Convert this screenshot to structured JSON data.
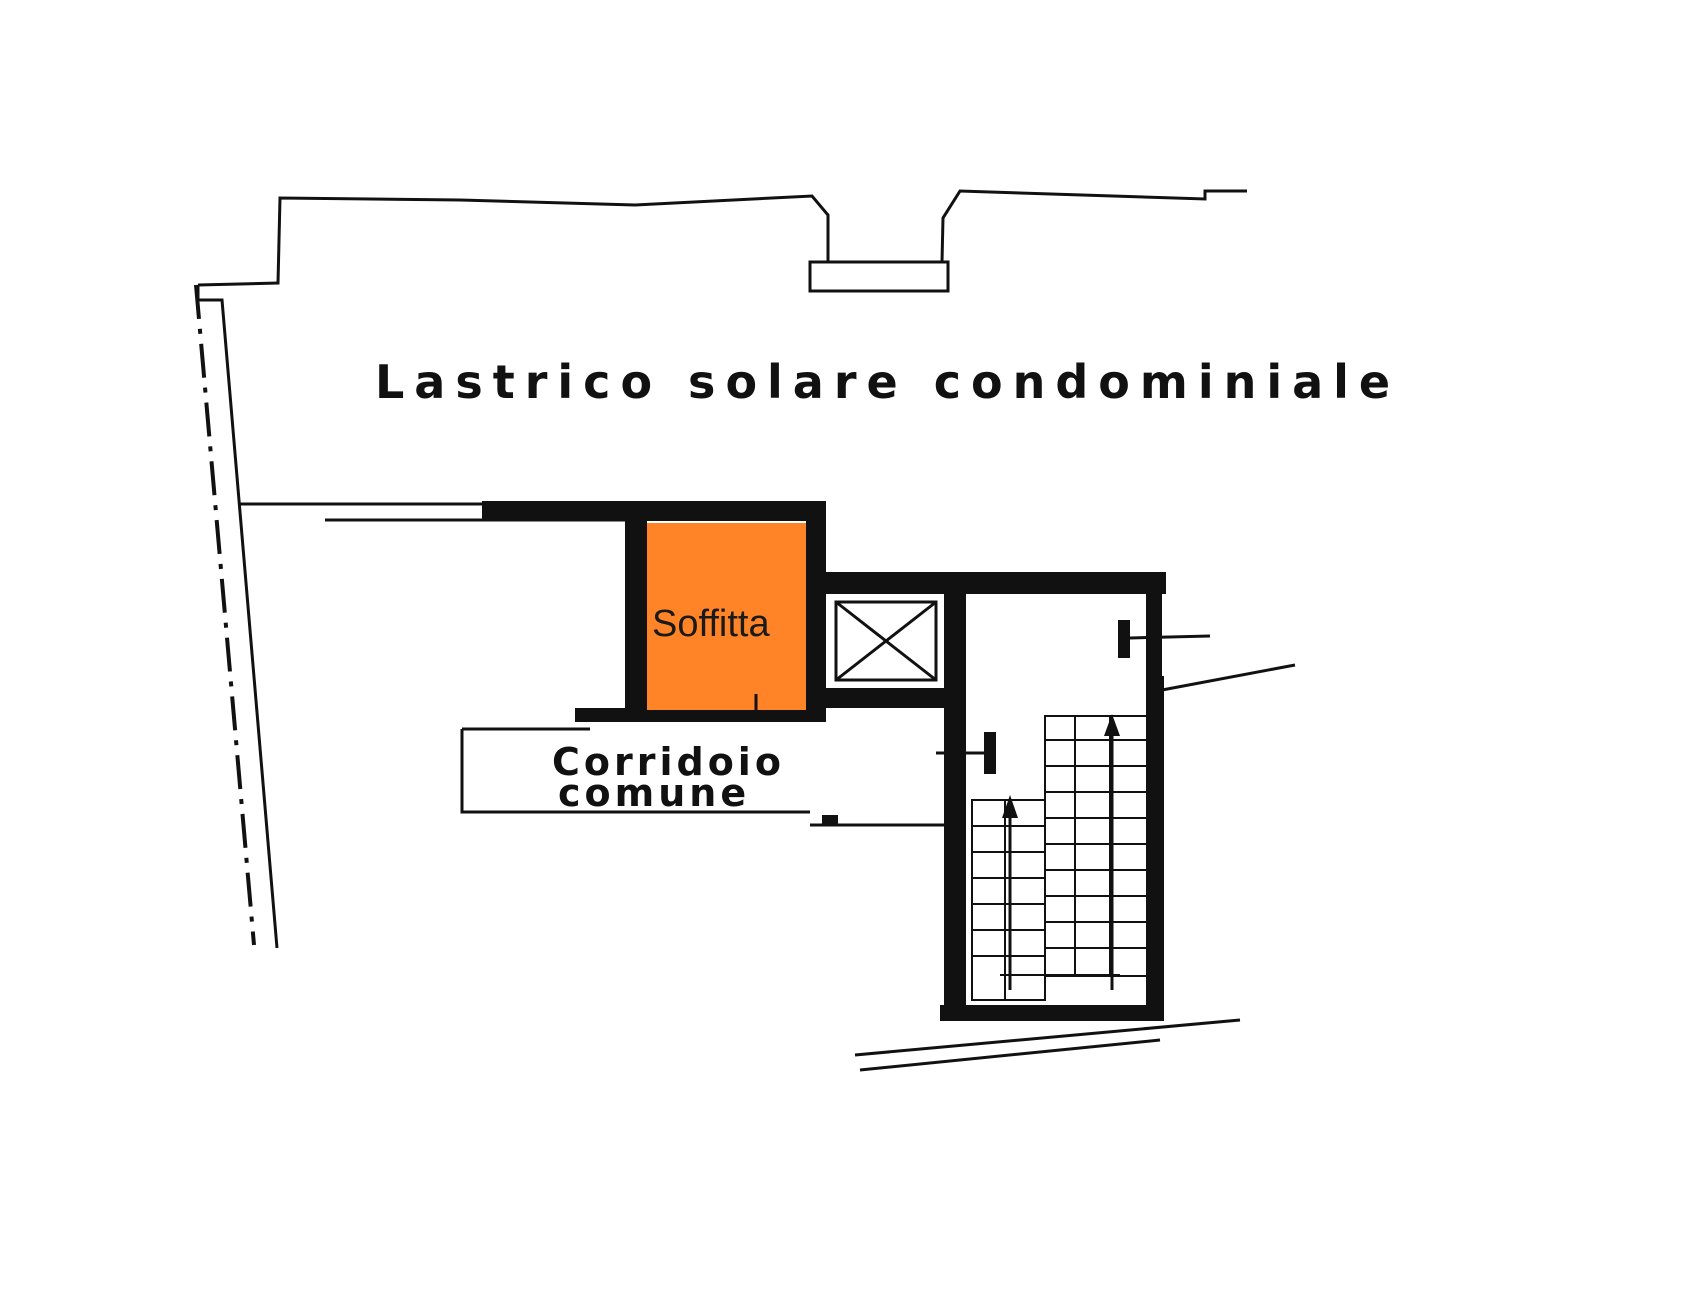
{
  "labels": {
    "roof": "Lastrico solare condominiale",
    "attic": "Soffitta",
    "corridor_line1": "Corridoio",
    "corridor_line2": "comune"
  },
  "colors": {
    "attic_fill": "#ff8428",
    "line": "#111111",
    "background": "#ffffff"
  }
}
